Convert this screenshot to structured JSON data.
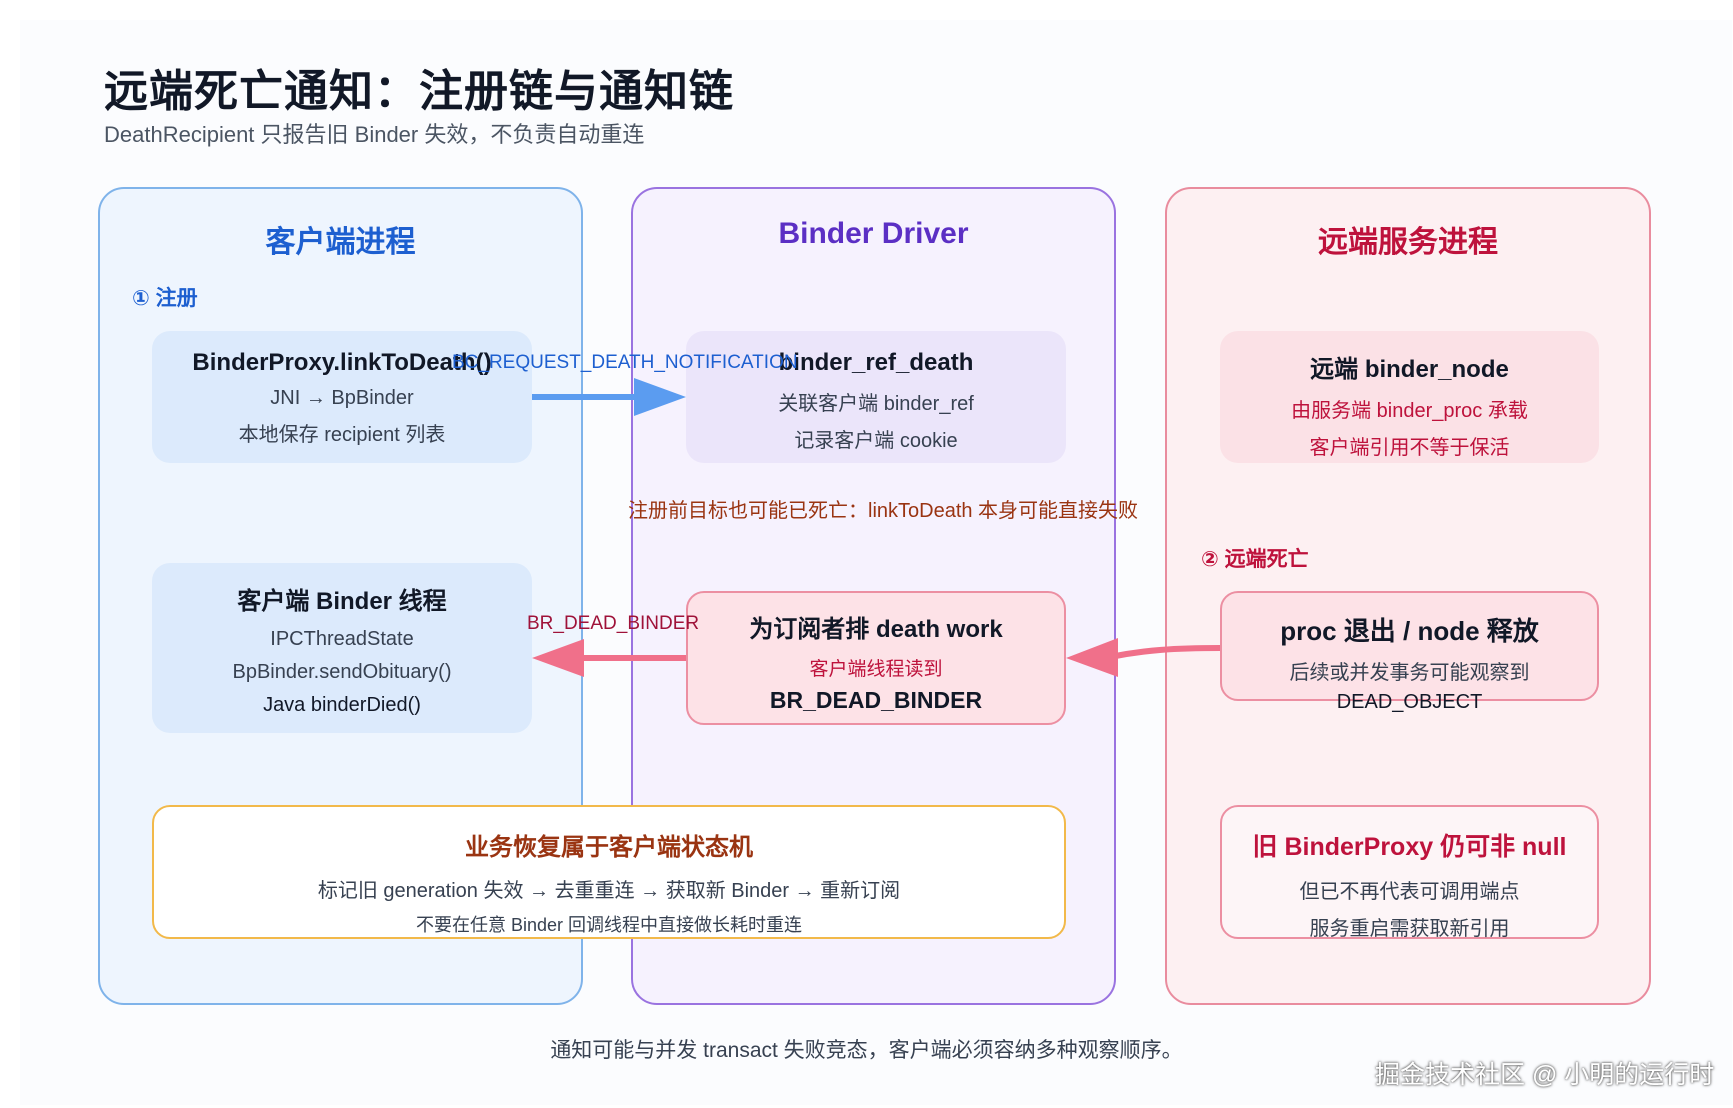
{
  "title": "远端死亡通知：注册链与通知链",
  "subtitle": "DeathRecipient 只报告旧 Binder 失效，不负责自动重连",
  "lanes": {
    "client": "客户端进程",
    "driver": "Binder Driver",
    "remote": "远端服务进程"
  },
  "steps": {
    "register": "① 注册",
    "death": "② 远端死亡"
  },
  "boxes": {
    "link": {
      "title": "BinderProxy.linkToDeath()",
      "lines": [
        "JNI → BpBinder",
        "本地保存 recipient 列表"
      ]
    },
    "ref": {
      "title": "binder_ref_death",
      "lines": [
        "关联客户端 binder_ref",
        "记录客户端 cookie"
      ]
    },
    "node": {
      "title": "远端 binder_node",
      "lines": [
        "由服务端 binder_proc 承载",
        "客户端引用不等于保活"
      ]
    },
    "thread": {
      "title": "客户端 Binder 线程",
      "lines": [
        "IPCThreadState",
        "BpBinder.sendObituary()",
        "Java binderDied()"
      ]
    },
    "work": {
      "title": "为订阅者排 death work",
      "lines": [
        "客户端线程读到",
        "BR_DEAD_BINDER"
      ]
    },
    "exit": {
      "title": "proc 退出 / node 释放",
      "lines": [
        "后续或并发事务可能观察到",
        "DEAD_OBJECT"
      ]
    },
    "proxy": {
      "title": "旧 BinderProxy 仍可非 null",
      "lines": [
        "但已不再代表可调用端点",
        "服务重启需获取新引用"
      ]
    },
    "recover": {
      "title": "业务恢复属于客户端状态机",
      "lines": [
        "标记旧 generation 失效 → 去重重连 → 获取新 Binder → 重新订阅",
        "不要在任意 Binder 回调线程中直接做长耗时重连"
      ]
    }
  },
  "edges": {
    "request": "BC_REQUEST_DEATH_NOTIFICATION",
    "dead": "BR_DEAD_BINDER"
  },
  "note": "注册前目标也可能已死亡：linkToDeath 本身可能直接失败",
  "footer": "通知可能与并发 transact 失败竞态，客户端必须容纳多种观察顺序。",
  "watermark": "掘金技术社区 @ 小明的运行时",
  "colors": {
    "client": "#1d5fd0",
    "driver": "#5b2fc4",
    "remote": "#be123c",
    "register_arrow": "#5b9cf0",
    "death_arrow": "#f0708a",
    "recover_border": "#f2b94a"
  }
}
